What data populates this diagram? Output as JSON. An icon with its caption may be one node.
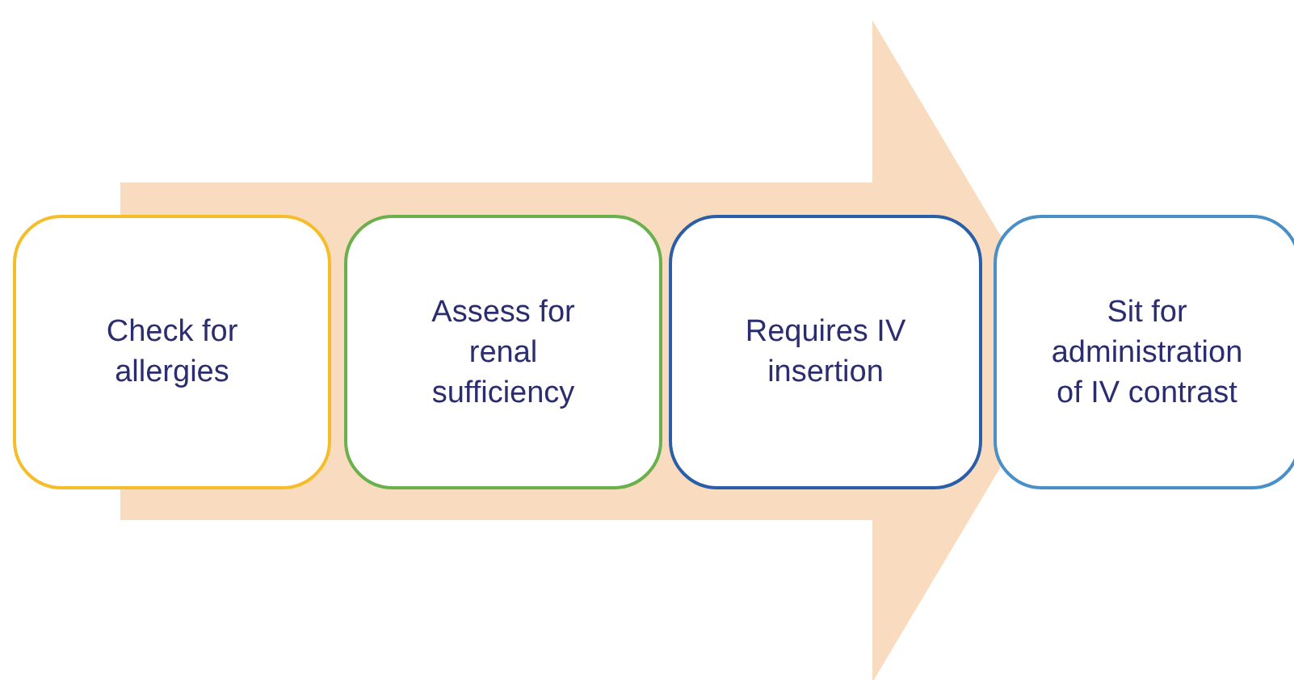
{
  "diagram": {
    "nodes": [
      {
        "text": [
          "Check for allergies"
        ]
      },
      {
        "text": [
          "Assess for renal sufficiency"
        ]
      },
      {
        "text": [
          "Requires IV insertion"
        ]
      },
      {
        "text": [
          "Sit for administration of IV contrast"
        ]
      }
    ],
    "edges": [
      {
        "from": 0,
        "to": 3,
        "arrow": "to",
        "style": "thick"
      }
    ]
  }
}
